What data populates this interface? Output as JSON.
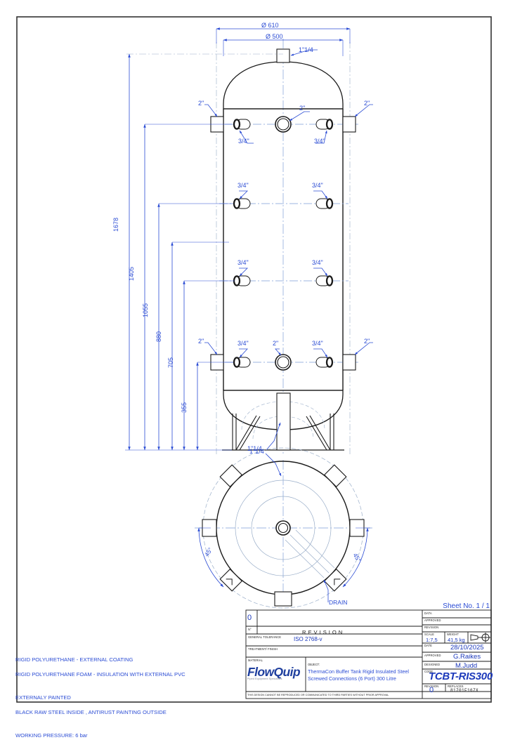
{
  "sheet": {
    "sheet_no_label": "Sheet No. 1 / 1"
  },
  "drawing": {
    "top_view_dims": {
      "outer_diameter": "Ø 610",
      "inner_diameter": "Ø 500"
    },
    "top_connection": "1\"1/4",
    "bottom_connection": "1\"1/4",
    "vertical_dims": [
      "1678",
      "1405",
      "1055",
      "880",
      "705",
      "355"
    ],
    "port_labels_row_top": [
      "2\"",
      "3/4\"",
      "2\"",
      "3/4\"",
      "2\""
    ],
    "port_labels_row_2": [
      "3/4\"",
      "3/4\""
    ],
    "port_labels_row_3": [
      "3/4\"",
      "3/4\""
    ],
    "port_labels_row_bottom": [
      "2\"",
      "3/4\"",
      "2\"",
      "3/4\"",
      "2\""
    ],
    "plan_view": {
      "angle_left": "45°",
      "angle_right": "45°",
      "drain_label": "DRAIN",
      "top_connection": "1\"1/4"
    }
  },
  "notes": [
    "RIGID POLYURETHANE - EXTERNAL COATING",
    "RIGID POLYURETHANE FOAM - INSULATION WITH EXTERNAL PVC",
    "EXTERNALY PAINTED",
    "BLACK RAW STEEL INSIDE , ANTIRUST PAINTING OUTSIDE",
    "WORKING PRESSURE: 6 bar"
  ],
  "title_block": {
    "revision_mark": "0",
    "revision_word": "REVISION",
    "n_label": "N°",
    "general_tolerance_label": "GENERAL TOLERANCE",
    "general_tolerance_value": "ISO 2768-v",
    "treatment_label": "TREATMENT/ FINISH",
    "treatment_value": "",
    "material_label": "MATERIAL",
    "material_value": "",
    "data_label": "DATA",
    "data_value": "",
    "approved_top_label": "APPROVED",
    "approved_top_value": "",
    "revision_label": "REVISION",
    "revision_value": "",
    "scale_label": "SCALE",
    "scale_value": "1:7,5",
    "weight_label": "WEIGHT",
    "weight_value": "41,5 kg",
    "date_label": "DATE",
    "date_value": "28/10/2025",
    "approved_label": "APPROVED",
    "approved_value": "G.Raikes",
    "designed_label": "DESIGNED",
    "designed_value": "M.Judd",
    "code_label": "CODE",
    "code_value": "TCBT-RIS300",
    "revision_bottom_label": "REVISION",
    "revision_bottom_value": "0",
    "replaces_label": "REPLACES",
    "replaces_value": "81701F167X",
    "object_label": "OBJECT:",
    "object_line1": "ThermaCon Buffer Tank Rigid Insulated Steel",
    "object_line2": "Screwed Connections (6 Port) 300 Litre",
    "disclaimer": "THIS DESIGN CANNOT BE REPRODUCED OR COMMUNICATED TO THIRD PARTIES WITHOUT PRIOR APPROVAL",
    "logo_text_1": "Flow",
    "logo_text_2": "Quip",
    "logo_tagline": "Piped Equipment Specialists"
  },
  "colors": {
    "dimension_blue": "#2b4cd4",
    "outline_black": "#1a1a1a",
    "centerline_blue": "#7e9fd8",
    "value_blue": "#1c39bb"
  }
}
